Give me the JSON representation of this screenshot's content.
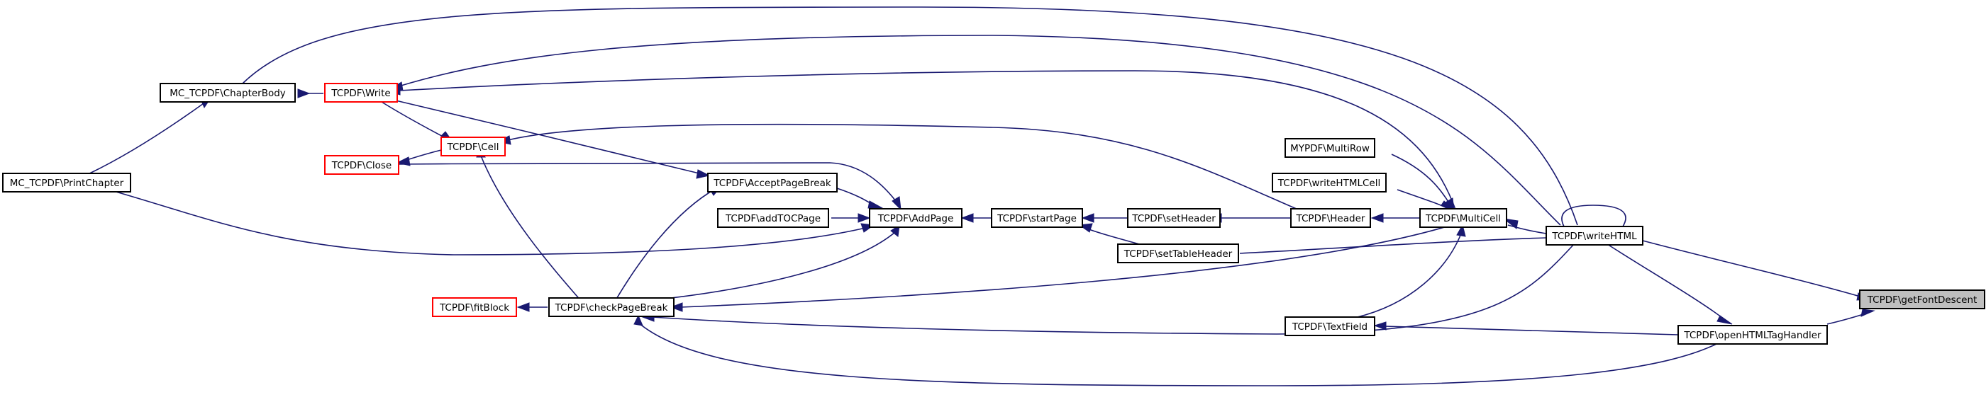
{
  "graph": {
    "edge_color": "#191970",
    "focus_fill": "#bfbfbf",
    "incomplete_border": "#ff0000",
    "nodes": [
      {
        "id": "getFontDescent",
        "label": "TCPDF\\getFontDescent",
        "focus": true
      },
      {
        "id": "openHTMLTagHandler",
        "label": "TCPDF\\openHTMLTagHandler"
      },
      {
        "id": "writeHTML",
        "label": "TCPDF\\writeHTML"
      },
      {
        "id": "MultiCell",
        "label": "TCPDF\\MultiCell"
      },
      {
        "id": "TextField",
        "label": "TCPDF\\TextField"
      },
      {
        "id": "MultiRow",
        "label": "MYPDF\\MultiRow"
      },
      {
        "id": "writeHTMLCell",
        "label": "TCPDF\\writeHTMLCell"
      },
      {
        "id": "Header",
        "label": "TCPDF\\Header"
      },
      {
        "id": "setHeader",
        "label": "TCPDF\\setHeader"
      },
      {
        "id": "setTableHeader",
        "label": "TCPDF\\setTableHeader"
      },
      {
        "id": "startPage",
        "label": "TCPDF\\startPage"
      },
      {
        "id": "AddPage",
        "label": "TCPDF\\AddPage"
      },
      {
        "id": "AcceptPageBreak",
        "label": "TCPDF\\AcceptPageBreak"
      },
      {
        "id": "addTOCPage",
        "label": "TCPDF\\addTOCPage"
      },
      {
        "id": "checkPageBreak",
        "label": "TCPDF\\checkPageBreak"
      },
      {
        "id": "fitBlock",
        "label": "TCPDF\\fitBlock",
        "incomplete": true
      },
      {
        "id": "Cell",
        "label": "TCPDF\\Cell",
        "incomplete": true
      },
      {
        "id": "Close",
        "label": "TCPDF\\Close",
        "incomplete": true
      },
      {
        "id": "Write",
        "label": "TCPDF\\Write",
        "incomplete": true
      },
      {
        "id": "ChapterBody",
        "label": "MC_TCPDF\\ChapterBody"
      },
      {
        "id": "PrintChapter",
        "label": "MC_TCPDF\\PrintChapter"
      }
    ]
  }
}
